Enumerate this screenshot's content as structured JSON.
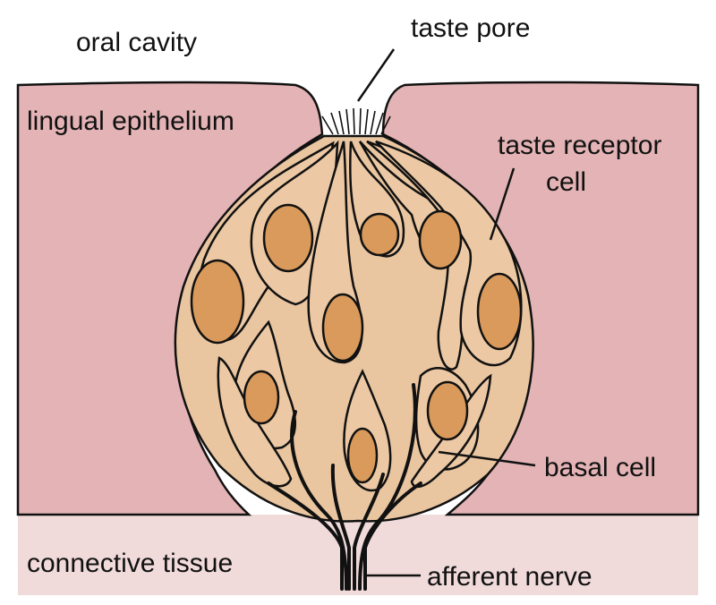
{
  "labels": {
    "oral_cavity": "oral cavity",
    "taste_pore": "taste pore",
    "lingual_epithelium": "lingual epithelium",
    "taste_receptor_line1": "taste receptor",
    "taste_receptor_line2": "cell",
    "basal_cell": "basal cell",
    "connective_tissue": "connective tissue",
    "afferent_nerve": "afferent nerve"
  },
  "colors": {
    "epithelium": "#e3b3b5",
    "connective_tissue": "#f0dada",
    "bud_fill": "#e9c5a0",
    "cell_fill": "#ecc9a4",
    "nucleus": "#d99a5b",
    "outline": "#111111",
    "background": "#ffffff"
  }
}
